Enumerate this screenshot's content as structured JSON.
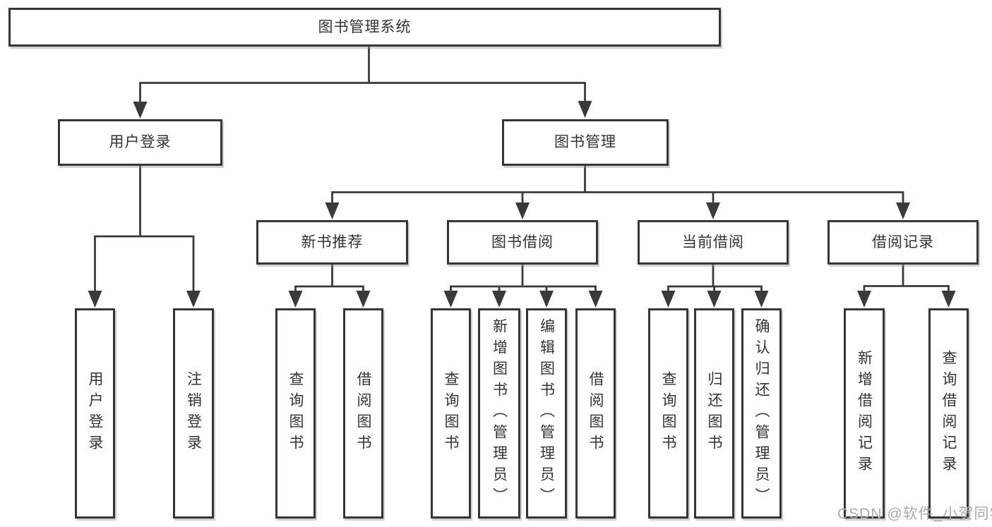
{
  "colors": {
    "line": "#3a3a3a",
    "box_border": "#363636",
    "box_background": "#ffffff",
    "text": "#333333",
    "shadow": "#969696",
    "watermark": "#ababab",
    "page_background": "#ffffff"
  },
  "tree": {
    "label": "图书管理系统",
    "children": [
      {
        "label": "用户登录",
        "children": [
          {
            "label": "用户登录"
          },
          {
            "label": "注销登录"
          }
        ]
      },
      {
        "label": "图书管理",
        "children": [
          {
            "label": "新书推荐",
            "children": [
              {
                "label": "查询图书"
              },
              {
                "label": "借阅图书"
              }
            ]
          },
          {
            "label": "图书借阅",
            "children": [
              {
                "label": "查询图书"
              },
              {
                "label": "新增图书（管理员）"
              },
              {
                "label": "编辑图书（管理员）"
              },
              {
                "label": "借阅图书"
              }
            ]
          },
          {
            "label": "当前借阅",
            "children": [
              {
                "label": "查询图书"
              },
              {
                "label": "归还图书"
              },
              {
                "label": "确认归还（管理员）"
              }
            ]
          },
          {
            "label": "借阅记录",
            "children": [
              {
                "label": "新增借阅记录"
              },
              {
                "label": "查询借阅记录"
              }
            ]
          }
        ]
      }
    ]
  },
  "watermark": "CSDN @软件_小贺同学"
}
